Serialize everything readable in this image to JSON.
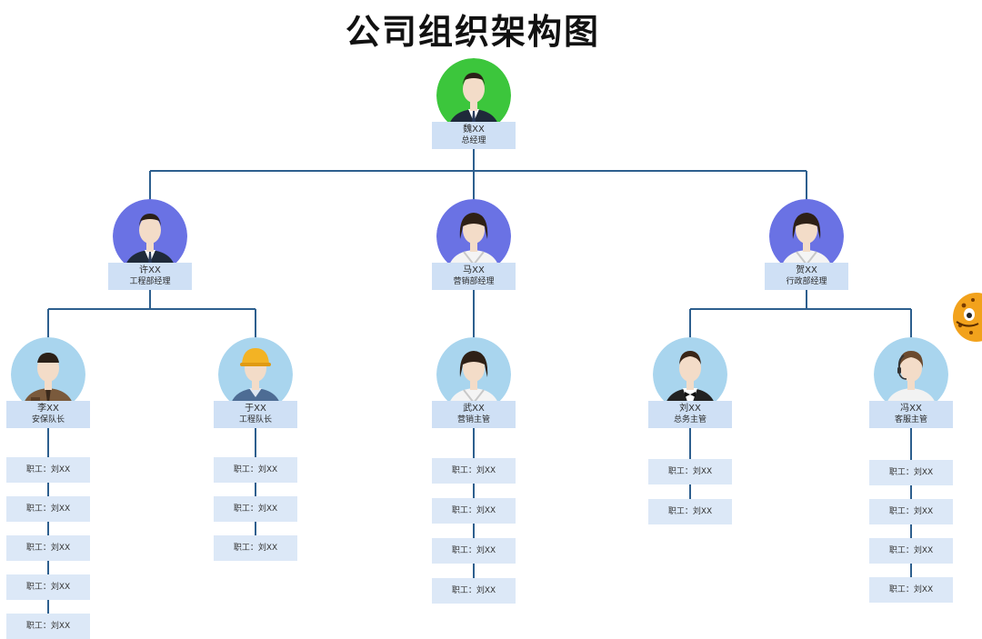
{
  "title": "公司组织架构图",
  "colors": {
    "line": "#2d5f8e",
    "label_bg": "#cfe0f5",
    "staff_bg": "#dce8f7",
    "ceo_circle": "#3cc63c",
    "manager_circle": "#6a72e4",
    "lead_circle": "#a9d5ee"
  },
  "ceo": {
    "name": "魏XX",
    "role": "总经理",
    "icon": "businessman-avatar-icon"
  },
  "departments": [
    {
      "manager": {
        "name": "许XX",
        "role": "工程部经理",
        "icon": "businessman-avatar-icon"
      },
      "teams": [
        {
          "lead": {
            "name": "李XX",
            "role": "安保队长",
            "icon": "security-guard-avatar-icon"
          },
          "staff": [
            "职工：刘XX",
            "职工：刘XX",
            "职工：刘XX",
            "职工：刘XX",
            "职工：刘XX"
          ]
        },
        {
          "lead": {
            "name": "于XX",
            "role": "工程队长",
            "icon": "construction-worker-avatar-icon"
          },
          "staff": [
            "职工：刘XX",
            "职工：刘XX",
            "职工：刘XX"
          ]
        }
      ]
    },
    {
      "manager": {
        "name": "马XX",
        "role": "营销部经理",
        "icon": "businesswoman-avatar-icon"
      },
      "teams": [
        {
          "lead": {
            "name": "武XX",
            "role": "营销主管",
            "icon": "businesswoman-avatar-icon"
          },
          "staff": [
            "职工：刘XX",
            "职工：刘XX",
            "职工：刘XX",
            "职工：刘XX"
          ]
        }
      ]
    },
    {
      "manager": {
        "name": "贺XX",
        "role": "行政部经理",
        "icon": "businesswoman-avatar-icon"
      },
      "teams": [
        {
          "lead": {
            "name": "刘XX",
            "role": "总务主管",
            "icon": "waiter-avatar-icon"
          },
          "staff": [
            "职工：刘XX",
            "职工：刘XX"
          ]
        },
        {
          "lead": {
            "name": "冯XX",
            "role": "客服主管",
            "icon": "headset-operator-avatar-icon"
          },
          "staff": [
            "职工：刘XX",
            "职工：刘XX",
            "职工：刘XX",
            "职工：刘XX"
          ]
        }
      ]
    }
  ],
  "mascot_icon": "cartoon-cheetah-icon"
}
